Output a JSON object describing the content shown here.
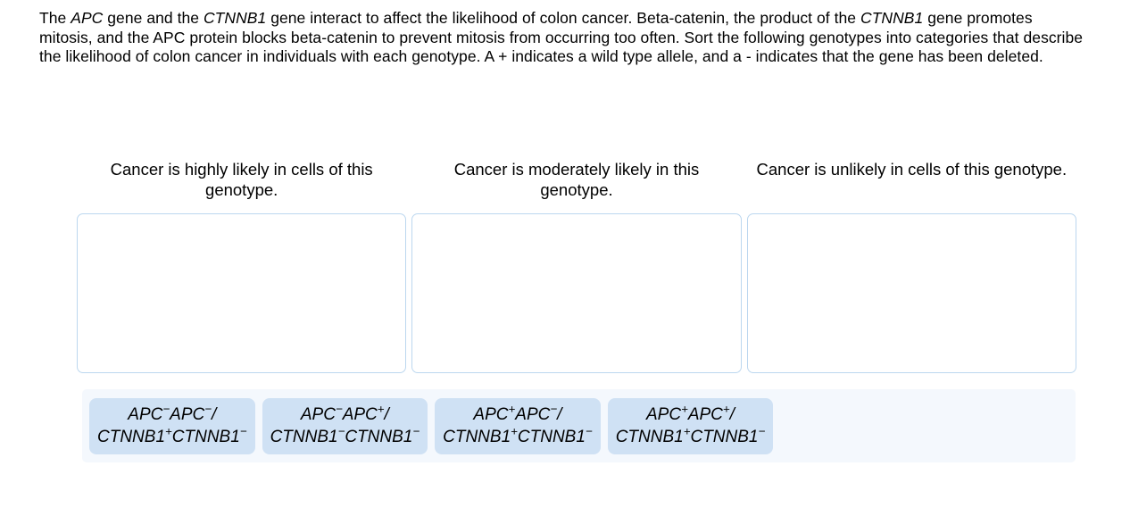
{
  "prompt": {
    "segments": [
      {
        "text": "The ",
        "italic": false
      },
      {
        "text": "APC",
        "italic": true
      },
      {
        "text": " gene and the ",
        "italic": false
      },
      {
        "text": "CTNNB1",
        "italic": true
      },
      {
        "text": " gene interact to affect the likelihood of colon cancer. Beta-catenin, the product of the ",
        "italic": false
      },
      {
        "text": "CTNNB1",
        "italic": true
      },
      {
        "text": " gene promotes mitosis, and the APC protein blocks beta-catenin to prevent mitosis from occurring too often. Sort the following genotypes into categories that describe the likelihood of colon cancer in individuals with each genotype. A + indicates a wild type allele, and a - indicates that the gene has been deleted.",
        "italic": false
      }
    ],
    "full_text": "The APC gene and the CTNNB1 gene interact to affect the likelihood of colon cancer. Beta-catenin, the product of the CTNNB1 gene promotes mitosis, and the APC protein blocks beta-catenin to prevent mitosis from occurring too often. Sort the following genotypes into categories that describe the likelihood of colon cancer in individuals with each genotype. A + indicates a wild type allele, and a - indicates that the gene has been deleted."
  },
  "columns": [
    {
      "header": "Cancer is highly likely in cells of this genotype.",
      "dropzone_name": "dropzone-highly-likely",
      "items": []
    },
    {
      "header": "Cancer is moderately likely in this genotype.",
      "dropzone_name": "dropzone-moderately-likely",
      "items": []
    },
    {
      "header": "Cancer is unlikely in cells of this genotype.",
      "dropzone_name": "dropzone-unlikely",
      "items": []
    }
  ],
  "tray": {
    "tiles": [
      {
        "line1": [
          {
            "text": "APC",
            "sup": "−"
          },
          {
            "text": "APC",
            "sup": "−"
          },
          {
            "text": "/",
            "sup": ""
          }
        ],
        "line2": [
          {
            "text": "CTNNB1",
            "sup": "+"
          },
          {
            "text": "CTNNB1",
            "sup": "−"
          }
        ],
        "plain": "APC-APC-/CTNNB1+CTNNB1-"
      },
      {
        "line1": [
          {
            "text": "APC",
            "sup": "−"
          },
          {
            "text": "APC",
            "sup": "+"
          },
          {
            "text": "/",
            "sup": ""
          }
        ],
        "line2": [
          {
            "text": "CTNNB1",
            "sup": "−"
          },
          {
            "text": "CTNNB1",
            "sup": "−"
          }
        ],
        "plain": "APC-APC+/CTNNB1-CTNNB1-"
      },
      {
        "line1": [
          {
            "text": "APC",
            "sup": "+"
          },
          {
            "text": "APC",
            "sup": "−"
          },
          {
            "text": "/",
            "sup": ""
          }
        ],
        "line2": [
          {
            "text": "CTNNB1",
            "sup": "+"
          },
          {
            "text": "CTNNB1",
            "sup": "−"
          }
        ],
        "plain": "APC+APC-/CTNNB1+CTNNB1-"
      },
      {
        "line1": [
          {
            "text": "APC",
            "sup": "+"
          },
          {
            "text": "APC",
            "sup": "+"
          },
          {
            "text": "/",
            "sup": ""
          }
        ],
        "line2": [
          {
            "text": "CTNNB1",
            "sup": "+"
          },
          {
            "text": "CTNNB1",
            "sup": "−"
          }
        ],
        "plain": "APC+APC+/CTNNB1+CTNNB1-"
      }
    ]
  },
  "colors": {
    "tile_fill": "#cfe1f4",
    "tray_fill": "#f4f8fd",
    "dropzone_border": "#bcd7ef",
    "text": "#000000",
    "page_background": "#ffffff"
  }
}
